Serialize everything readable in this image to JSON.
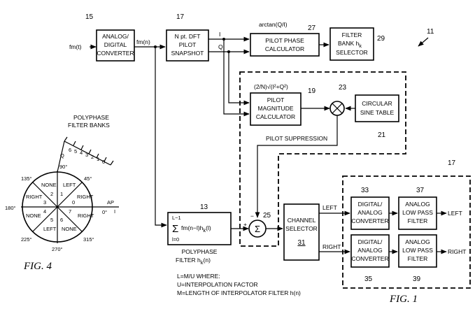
{
  "signals": {
    "fmt": "fm(t)",
    "fmn": "fm(n)",
    "i": "I",
    "q": "Q",
    "arctan": "arctan(Q/I)",
    "magnitude": "(2/N)√(I²+Q²)",
    "pilot_suppression": "PILOT SUPPRESSION",
    "left": "LEFT",
    "right": "RIGHT",
    "out_left": "LEFT",
    "out_right": "RIGHT",
    "minus": "−",
    "plus": "+"
  },
  "blocks": {
    "adc": {
      "line1": "ANALOG/",
      "line2": "DIGITAL",
      "line3": "CONVERTER",
      "ref": "15"
    },
    "dft": {
      "line1": "N pt. DFT",
      "line2": "PILOT",
      "line3": "SNAPSHOT",
      "ref": "17"
    },
    "phase": {
      "line1": "PILOT PHASE",
      "line2": "CALCULATOR",
      "ref": "27"
    },
    "filterbank": {
      "line1": "FILTER",
      "line2": "BANK h",
      "sub": "k",
      "line3": "SELECTOR",
      "ref": "29"
    },
    "magnitude": {
      "line1": "PILOT",
      "line2": "MAGNITUDE",
      "line3": "CALCULATOR",
      "ref": "19"
    },
    "sine": {
      "line1": "CIRCULAR",
      "line2": "SINE TABLE",
      "ref": "21"
    },
    "multiplier": {
      "ref": "23"
    },
    "summer": {
      "symbol": "Σ",
      "ref": "25"
    },
    "polyphase": {
      "upper": "L−1",
      "sigma": "Σ",
      "lower": "l=0",
      "expr": "fm(n−l)h",
      "sub": "k",
      "expr_end": "(l)",
      "ref": "13",
      "caption1": "POLYPHASE",
      "caption2": "FILTER h",
      "caption_sub": "k",
      "caption_end": "(n)"
    },
    "channel_selector": {
      "line1": "CHANNEL",
      "line2": "SELECTOR",
      "ref": "31"
    },
    "dac_top": {
      "line1": "DIGITAL/",
      "line2": "ANALOG",
      "line3": "CONVERTER",
      "ref": "33"
    },
    "lpf_top": {
      "line1": "ANALOG",
      "line2": "LOW PASS",
      "line3": "FILTER",
      "ref": "37"
    },
    "dac_bottom": {
      "line1": "DIGITAL/",
      "line2": "ANALOG",
      "line3": "CONVERTER",
      "ref": "35"
    },
    "lpf_bottom": {
      "line1": "ANALOG",
      "line2": "LOW PASS",
      "line3": "FILTER",
      "ref": "39"
    }
  },
  "refs": {
    "system": "11",
    "output_group": "17"
  },
  "notes": [
    "L=M/U WHERE:",
    "U=INTERPOLATION FACTOR",
    "M=LENGTH OF INTERPOLATOR FILTER h(n)"
  ],
  "fig1": "FIG.  1",
  "fig4": {
    "caption": "FIG.  4",
    "title1": "POLYPHASE",
    "title2": "FILTER BANKS",
    "q_axis": "Q",
    "i_axis": "I",
    "ap": "AP",
    "bank_numbers": [
      "6",
      "5",
      "4",
      "3",
      "2",
      "1",
      "0"
    ],
    "angles": {
      "a0": "0°",
      "a45": "45°",
      "a90": "90°",
      "a135": "135°",
      "a180": "180°",
      "a225": "225°",
      "a270": "270°",
      "a315": "315°"
    },
    "sectors": {
      "s0": "RIGHT",
      "s1": "LEFT",
      "s2": "NONE",
      "s3": "RIGHT",
      "s4": "NONE",
      "s5": "LEFT",
      "s6": "NONE",
      "s7": "RIGHT"
    },
    "sector_numbers": [
      "0",
      "1",
      "2",
      "3",
      "4",
      "5",
      "6",
      "7"
    ]
  }
}
